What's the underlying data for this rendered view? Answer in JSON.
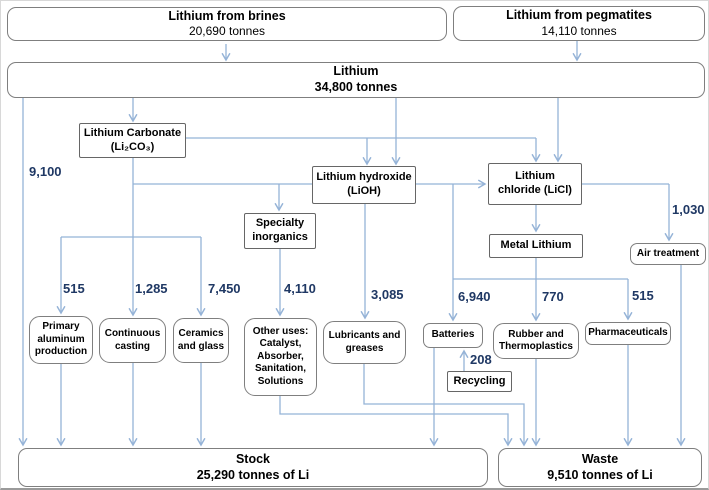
{
  "nodes": {
    "brines": {
      "title": "Lithium from brines",
      "value": "20,690 tonnes"
    },
    "pegmatites": {
      "title": "Lithium from pegmatites",
      "value": "14,110 tonnes"
    },
    "lithium": {
      "title": "Lithium",
      "value": "34,800 tonnes"
    },
    "carbonate": {
      "title": "Lithium Carbonate",
      "formula": "(Li₂CO₃)"
    },
    "hydroxide": {
      "title": "Lithium hydroxide",
      "formula": "(LiOH)"
    },
    "chloride": {
      "title": "Lithium",
      "formula": "chloride (LiCl)"
    },
    "specialty": {
      "title": "Specialty inorganics"
    },
    "metal_lithium": {
      "title": "Metal Lithium"
    },
    "air_treatment": {
      "title": "Air treatment"
    },
    "primary_aluminum": {
      "title": "Primary aluminum production"
    },
    "continuous_casting": {
      "title": "Continuous casting"
    },
    "ceramics_glass": {
      "title": "Ceramics and glass"
    },
    "other_uses": {
      "title": "Other uses: Catalyst, Absorber, Sanitation, Solutions"
    },
    "lubricants": {
      "title": "Lubricants and greases"
    },
    "batteries": {
      "title": "Batteries"
    },
    "rubber": {
      "title": "Rubber and Thermoplastics"
    },
    "pharmaceuticals": {
      "title": "Pharmaceuticals"
    },
    "recycling": {
      "title": "Recycling"
    },
    "stock": {
      "title": "Stock",
      "value": "25,290 tonnes of Li"
    },
    "waste": {
      "title": "Waste",
      "value": "9,510 tonnes of Li"
    }
  },
  "flow_labels": {
    "lithium_to_stock": "9,100",
    "to_primary_aluminum": "515",
    "to_continuous_casting": "1,285",
    "to_ceramics_glass": "7,450",
    "to_other_uses": "4,110",
    "to_lubricants": "3,085",
    "to_batteries": "6,940",
    "to_rubber": "770",
    "to_pharmaceuticals": "515",
    "to_air_treatment": "1,030",
    "recycling_to_batteries": "208"
  },
  "colors": {
    "flow_line": "#95b3d7",
    "flow_label_text": "#1f3864",
    "box_border": "#7f7f7f",
    "box_fill": "#ffffff",
    "text": "#000000"
  }
}
